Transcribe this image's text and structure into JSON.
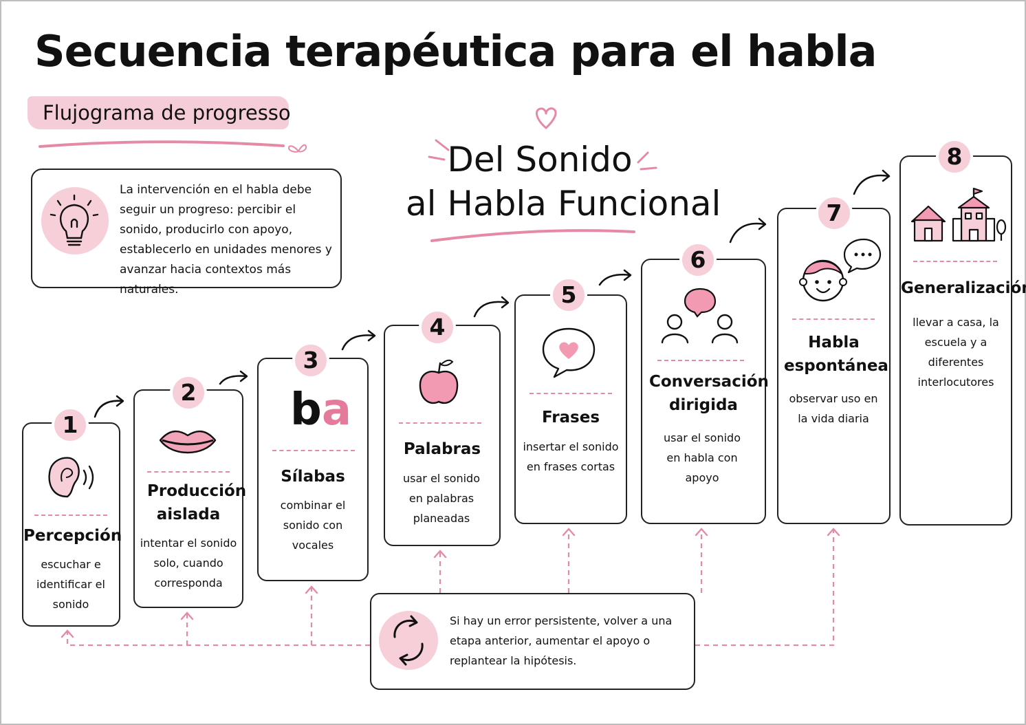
{
  "header": {
    "title": "Secuencia terapéutica para el habla",
    "subtitle": "Flujograma de progresso"
  },
  "intro": {
    "icon": "lightbulb-icon",
    "text": "La intervención en el habla debe seguir un progreso: percibir el sonido, producirlo con apoyo, establecerlo en unidades menores y avanzar hacia contextos más naturales."
  },
  "center_title": {
    "line1": "Del Sonido",
    "line2": "al Habla Funcional"
  },
  "steps": [
    {
      "number": "1",
      "title": "Percepción",
      "description": "escuchar e identificar el sonido",
      "icon": "ear-icon"
    },
    {
      "number": "2",
      "title": "Producción aislada",
      "description": "intentar el sonido solo, cuando corresponda",
      "icon": "lips-icon"
    },
    {
      "number": "3",
      "title": "Sílabas",
      "description": "combinar el sonido con vocales",
      "icon": "syllable-icon",
      "icon_text_1": "b",
      "icon_text_2": "a"
    },
    {
      "number": "4",
      "title": "Palabras",
      "description": "usar el sonido en palabras planeadas",
      "icon": "apple-icon"
    },
    {
      "number": "5",
      "title": "Frases",
      "description": "insertar el sonido en frases cortas",
      "icon": "speech-bubble-heart-icon"
    },
    {
      "number": "6",
      "title": "Conversación dirigida",
      "description": "usar el sonido en habla con apoyo",
      "icon": "conversation-icon"
    },
    {
      "number": "7",
      "title": "Habla espontánea",
      "description": "observar uso en la vida diaria",
      "icon": "child-speaking-icon"
    },
    {
      "number": "8",
      "title": "Generalización",
      "description": "llevar a casa, la escuela y a diferentes interlocutores",
      "icon": "house-school-icon"
    }
  ],
  "feedback": {
    "icon": "refresh-icon",
    "text": "Si hay un error persistente, volver a una etapa anterior, aumentar el apoyo o replantear la hipótesis."
  },
  "colors": {
    "accent_pink": "#f7cfd9",
    "dash_pink": "#e58aa4",
    "ink": "#111111"
  }
}
